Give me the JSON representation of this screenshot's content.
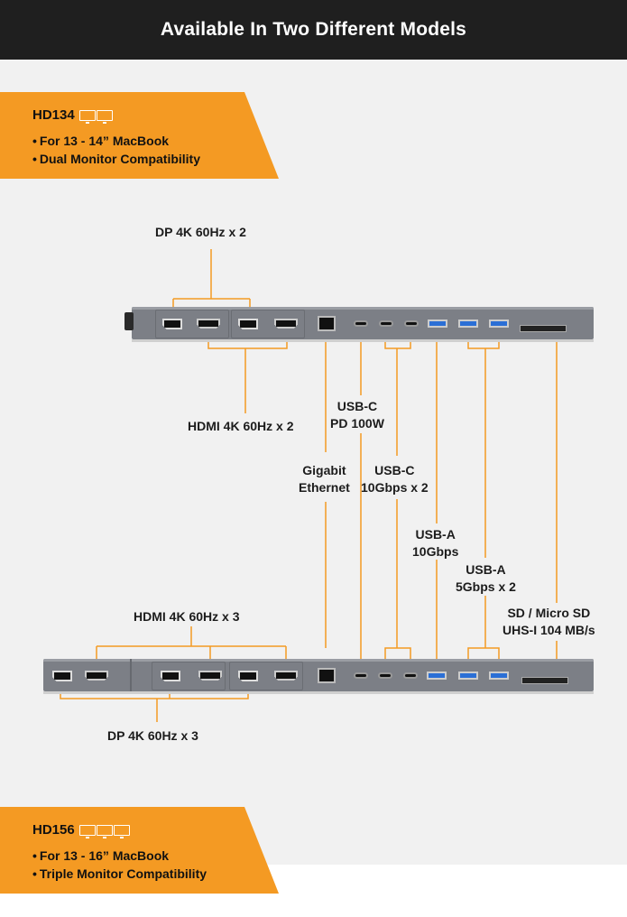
{
  "header": {
    "title": "Available In Two Different Models"
  },
  "colors": {
    "accent": "#f49a23",
    "header_bg": "#1f1f1f",
    "line": "#f49a23",
    "dock": "#7c7f86",
    "usba_port": "#2b6fd6"
  },
  "models": [
    {
      "name": "HD134",
      "monitor_icons": 2,
      "features": [
        "For 13 - 14” MacBook",
        "Dual Monitor Compatibility"
      ]
    },
    {
      "name": "HD156",
      "monitor_icons": 3,
      "features": [
        "For 13 - 16” MacBook",
        "Triple Monitor Compatibility"
      ]
    }
  ],
  "labels": {
    "hd134_dp": "DP 4K 60Hz x 2",
    "hd134_hdmi": "HDMI 4K 60Hz x 2",
    "usbc_pd": [
      "USB-C",
      "PD 100W"
    ],
    "gigabit": [
      "Gigabit",
      "Ethernet"
    ],
    "usbc_10g": [
      "USB-C",
      "10Gbps x 2"
    ],
    "usba_10g": [
      "USB-A",
      "10Gbps"
    ],
    "usba_5g": [
      "USB-A",
      "5Gbps x 2"
    ],
    "sd": [
      "SD / Micro SD",
      "UHS-I 104 MB/s"
    ],
    "hd156_hdmi": "HDMI 4K 60Hz x 3",
    "hd156_dp": "DP 4K 60Hz x 3"
  }
}
